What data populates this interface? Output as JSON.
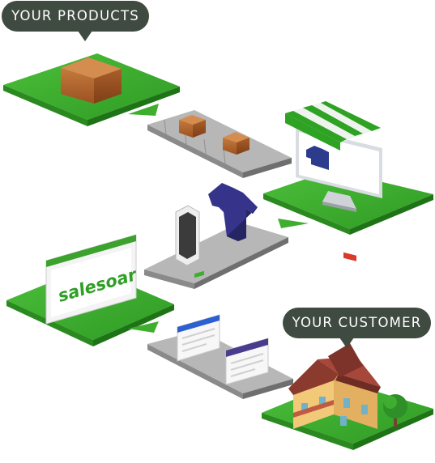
{
  "labels": {
    "products": "YOUR PRODUCTS",
    "customer": "YOUR CUSTOMER",
    "brand": "salesoar"
  },
  "colors": {
    "grass_top": "#3fae2f",
    "grass_side": "#23801b",
    "conveyor": "#a9a9a9",
    "box": "#b6682d",
    "shirt": "#35338a",
    "bubble": "#3f4a41"
  },
  "icons": [
    "product-box-icon",
    "shop-awning-icon",
    "smartphone-icon",
    "shirt-icon",
    "browser-ad-icon",
    "web-page-icon",
    "house-icon",
    "tree-icon",
    "arrow-icon"
  ]
}
